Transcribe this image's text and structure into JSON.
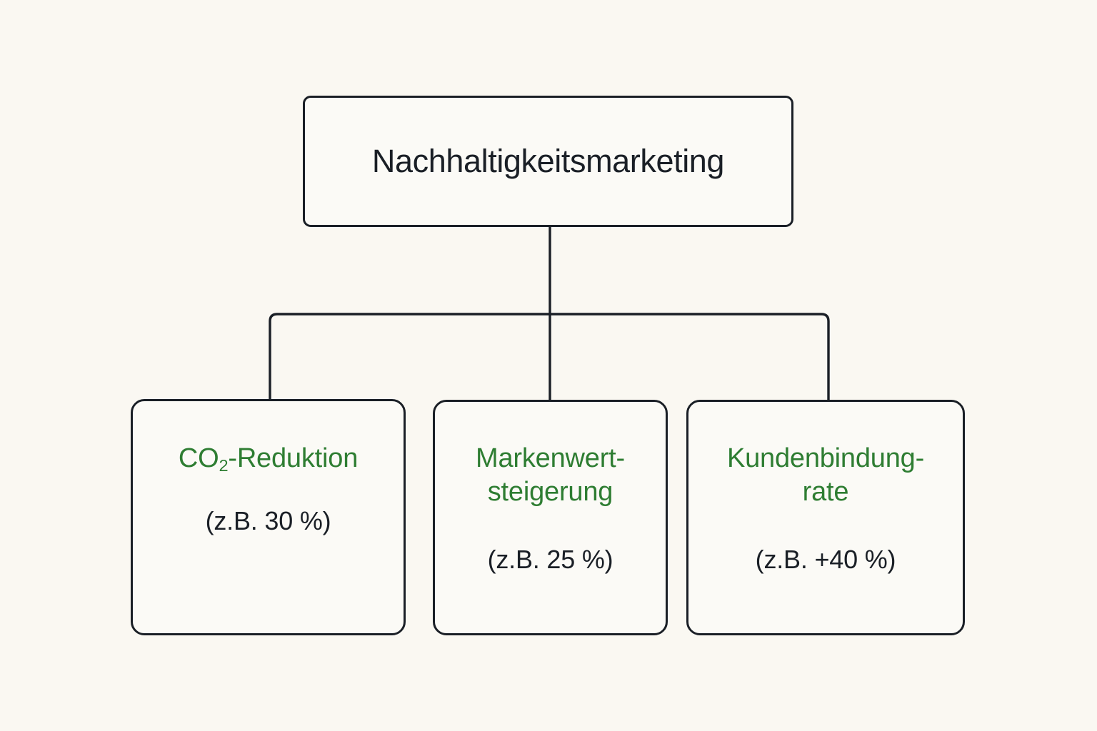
{
  "diagram": {
    "type": "org-tree",
    "orientation": "top-down",
    "background_color": "#FAF8F2",
    "node_fill_color": "#FBFAF6",
    "border_color": "#1A1F26",
    "accent_green": "#2E7D32",
    "text_dark": "#1A1F26",
    "root": {
      "title": "Nachhaltigkeitsmarketing"
    },
    "children": [
      {
        "label_prefix": "CO",
        "label_subscript": "2",
        "label_suffix": "-Reduktion",
        "label_full": "CO₂-Reduktion",
        "value": "(z.B. 30 %)"
      },
      {
        "label_line_1": "Markenwert-",
        "label_line_2": "steigerung",
        "label_full": "Markenwert-steigerung",
        "value": "(z.B. 25 %)"
      },
      {
        "label_line_1": "Kundenbindung-",
        "label_line_2": "rate",
        "label_full": "Kundenbindung-rate",
        "value": "(z.B. +40 %)"
      }
    ]
  }
}
